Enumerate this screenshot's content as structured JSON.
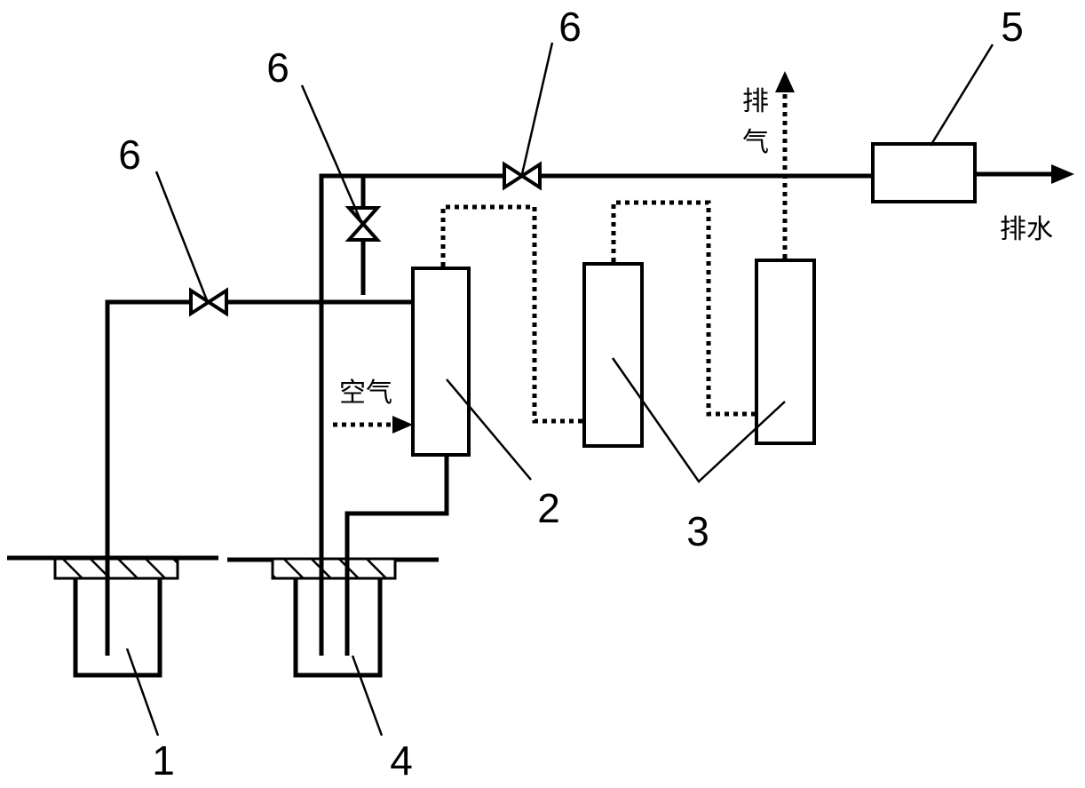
{
  "labels": {
    "container_1": "1",
    "unit_2": "2",
    "units_3": "3",
    "container_4": "4",
    "unit_5": "5",
    "valve_left": "6",
    "valve_middle": "6",
    "valve_top": "6"
  },
  "text": {
    "exhaust_char1": "排",
    "exhaust_char2": "气",
    "air": "空气",
    "drain": "排水"
  }
}
